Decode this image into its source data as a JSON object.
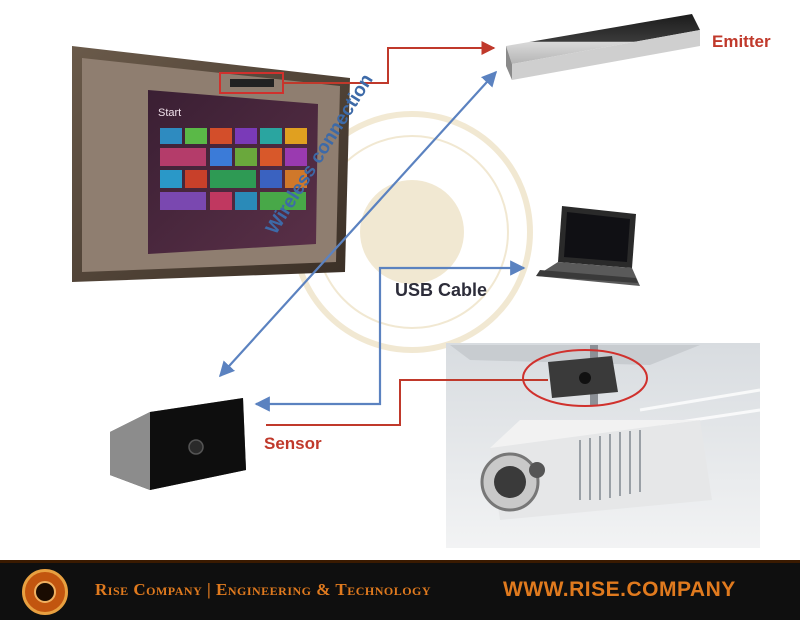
{
  "labels": {
    "emitter": "Emitter",
    "sensor": "Sensor",
    "usb_cable": "USB Cable",
    "wireless_connection": "Wireless connection"
  },
  "screen": {
    "start_text": "Start"
  },
  "footer": {
    "company": "Rise Company | Engineering & Technology",
    "url": "WWW.RISE.COMPANY"
  },
  "colors": {
    "red_line": "#c0392b",
    "blue_line": "#5b82c0",
    "footer_text": "#e07a1e",
    "footer_bg": "#0f0f0f"
  }
}
